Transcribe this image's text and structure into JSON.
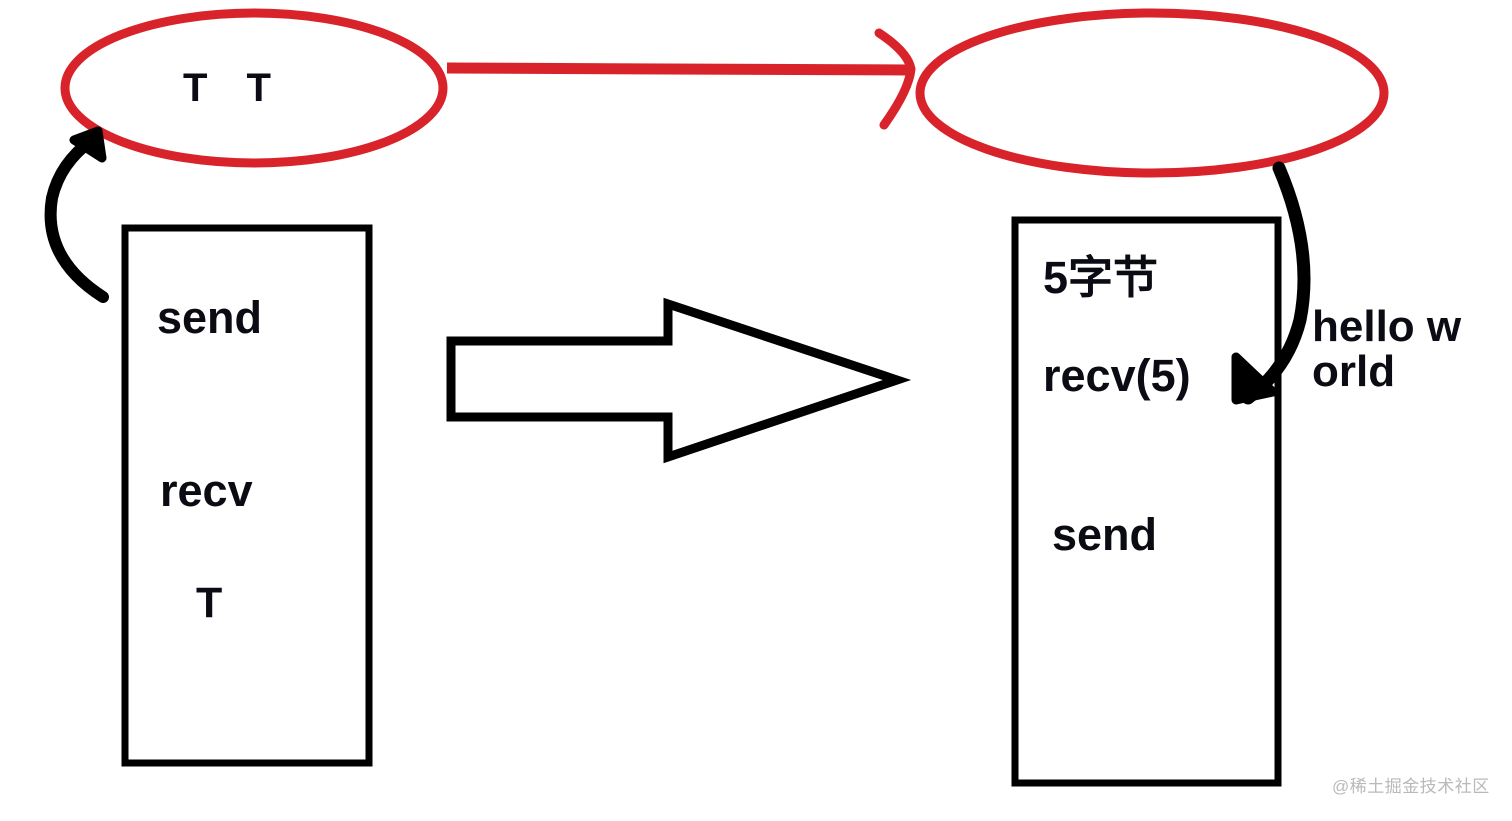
{
  "diagram": {
    "title": "TCP send/recv sticky packet illustration",
    "colors": {
      "red": "#d8232a",
      "black": "#000000",
      "text": "#0b0b14",
      "background": "#ffffff",
      "watermark": "#b9b9b9"
    },
    "ellipses": [
      {
        "id": "left",
        "label": "T T",
        "note": "red ellipse above left box"
      },
      {
        "id": "right",
        "label": "",
        "note": "red ellipse above right box, empty"
      }
    ],
    "connectors": {
      "red_arrow": {
        "name": "red-transfer-arrow",
        "from": "ellipse-left",
        "to": "ellipse-right",
        "color": "#d8232a"
      },
      "black_arrow_left": {
        "name": "black-curved-arrow-left",
        "from": "left-box",
        "to": "ellipse-left",
        "color": "#000000"
      },
      "black_arrow_right": {
        "name": "black-curved-arrow-right",
        "from": "ellipse-right",
        "to": "right-box",
        "color": "#000000"
      },
      "block_arrow": {
        "name": "block-arrow-right",
        "from": "left-box",
        "to": "right-box",
        "fill": "#ffffff",
        "stroke": "#000000"
      }
    },
    "left_box": {
      "name": "client-box",
      "lines": [
        "send",
        "recv",
        "T"
      ]
    },
    "right_box": {
      "name": "server-box",
      "lines": [
        "5字节",
        "recv(5)",
        "send"
      ]
    },
    "payload": {
      "name": "payload-text",
      "text": "hello world"
    },
    "watermark": {
      "text": "@稀土掘金技术社区"
    }
  }
}
